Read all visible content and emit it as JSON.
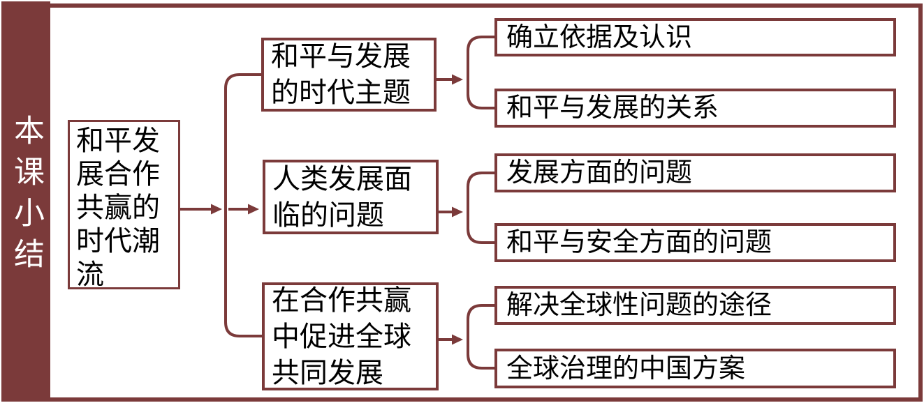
{
  "slide": {
    "sidebar_title": "本课小结"
  },
  "diagram": {
    "root_label": "和平发展合作共赢的时代潮流",
    "branches": [
      {
        "label": "和平与发展的时代主题",
        "children": [
          {
            "label": "确立依据及认识"
          },
          {
            "label": "和平与发展的关系"
          }
        ]
      },
      {
        "label": "人类发展面临的问题",
        "children": [
          {
            "label": "发展方面的问题"
          },
          {
            "label": "和平与安全方面的问题"
          }
        ]
      },
      {
        "label": "在合作共赢中促进全球共同发展",
        "children": [
          {
            "label": "解决全球性问题的途径"
          },
          {
            "label": "全球治理的中国方案"
          }
        ]
      }
    ]
  },
  "colors": {
    "accent": "#7B3A3A",
    "background": "#FFFFFF",
    "text": "#000000",
    "sidebar_text": "#FFFFFF"
  }
}
